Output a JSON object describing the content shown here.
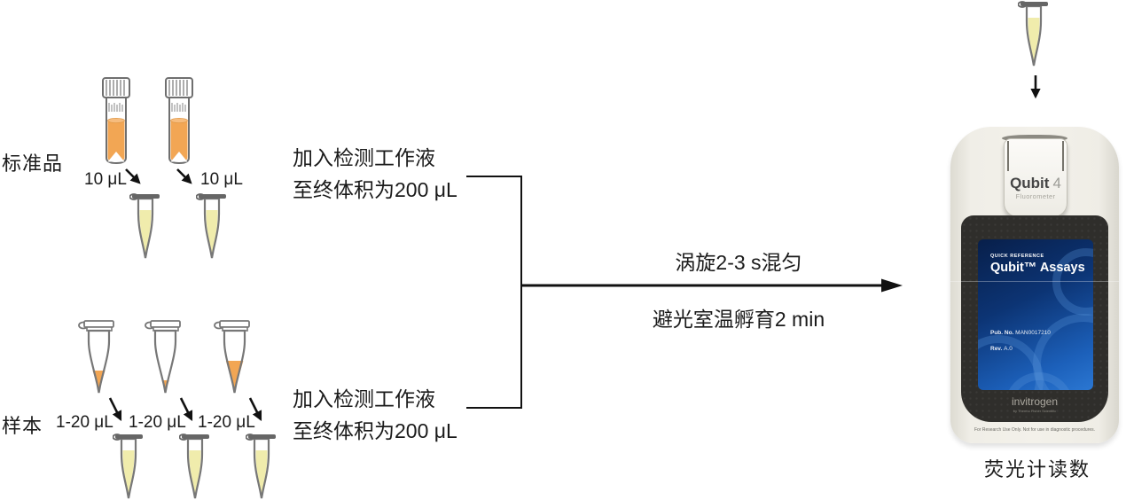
{
  "workflow": {
    "standards": {
      "label": "标准品",
      "volume": "10 μL"
    },
    "samples": {
      "label": "样本",
      "volume": "1-20 μL"
    },
    "add_solution": {
      "line1": "加入检测工作液",
      "line2": "至终体积为200 μL"
    },
    "mix_step": {
      "vortex": "涡旋2-3 s混匀",
      "incubate": "避光室温孵育2 min"
    },
    "result_caption": "荧光计读数"
  },
  "device": {
    "lid_brand": "Qubit",
    "lid_model": "4",
    "lid_type": "Fluorometer",
    "screen_eyebrow": "QUICK REFERENCE",
    "screen_title": "Qubit™ Assays",
    "pub_label": "Pub. No.",
    "pub_number": "MAN0017210",
    "rev_label": "Rev.",
    "rev_value": "A.0",
    "brand": "invitrogen",
    "brand_sub": "by Thermo Fisher Scientific",
    "disclaimer": "For Research Use Only. Not for use in diagnostic procedures."
  },
  "colors": {
    "standard_reagent_orange": "#F2A654",
    "assay_mix_yellow": "#F0ECAC",
    "tube_outline_gray": "#6F6F6F",
    "arrow_black": "#111111",
    "device_body_cream": "#ECEAE3",
    "device_panel_dark": "#2F2E2B",
    "screen_blue_top": "#081F4A",
    "screen_blue_bottom": "#2B77D2"
  }
}
